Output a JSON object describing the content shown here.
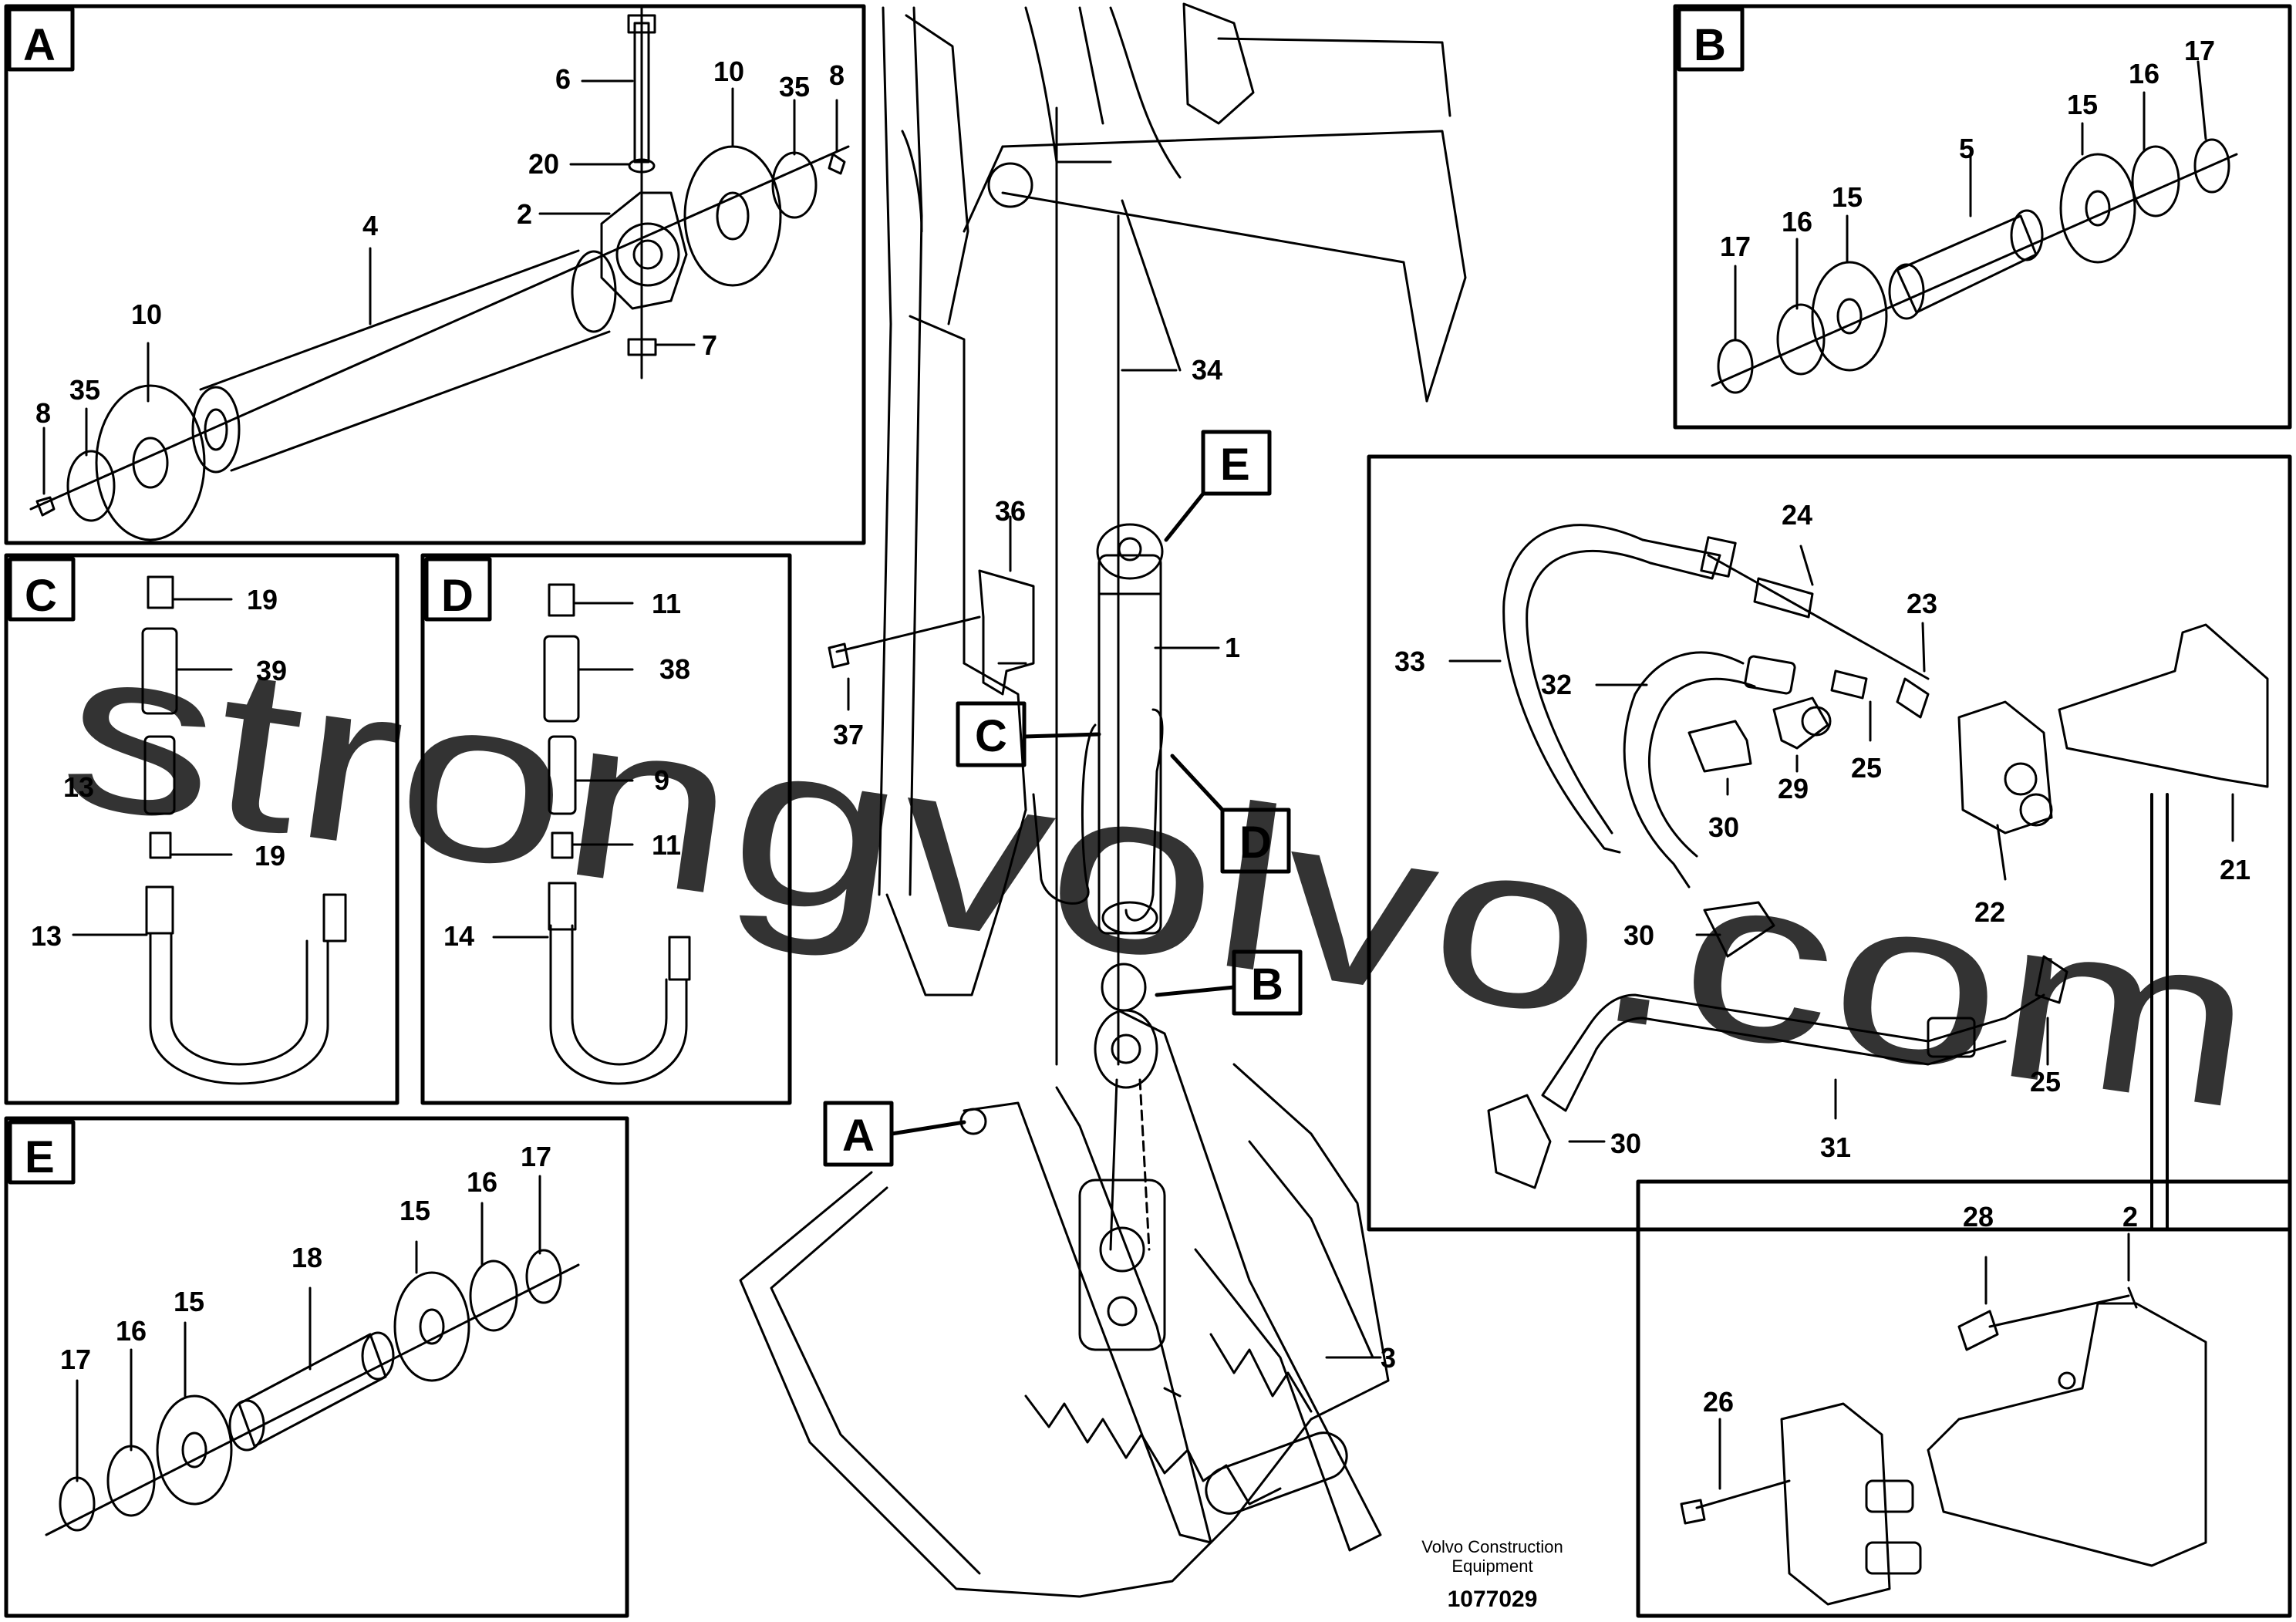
{
  "detail_views": {
    "A": {
      "letter": "A",
      "parts": [
        "6",
        "10",
        "35",
        "8",
        "20",
        "2",
        "4",
        "7",
        "10",
        "35",
        "8"
      ]
    },
    "B": {
      "letter": "B",
      "parts": [
        "17",
        "16",
        "15",
        "5",
        "15",
        "16",
        "17"
      ]
    },
    "C": {
      "letter": "C",
      "parts": [
        "19",
        "39",
        "13",
        "19",
        "13"
      ]
    },
    "D": {
      "letter": "D",
      "parts": [
        "11",
        "38",
        "9",
        "11",
        "14"
      ]
    },
    "E": {
      "letter": "E",
      "parts": [
        "15",
        "16",
        "17",
        "18",
        "17",
        "16",
        "15"
      ]
    },
    "hose_view": {
      "parts": [
        "24",
        "23",
        "33",
        "32",
        "29",
        "25",
        "30",
        "30",
        "22",
        "21",
        "25",
        "30",
        "31"
      ]
    },
    "bracket_view": {
      "parts": [
        "28",
        "2",
        "26"
      ]
    }
  },
  "main_view": {
    "parts": [
      "34",
      "36",
      "1",
      "37",
      "3"
    ],
    "callouts": [
      "E",
      "C",
      "D",
      "B",
      "A"
    ]
  },
  "footer": {
    "company_line1": "Volvo Construction",
    "company_line2": "Equipment",
    "drawing_number": "1077029"
  },
  "watermark": {
    "text": "strongvolvo.com",
    "color": "#e8a5a5"
  },
  "colors": {
    "line": "#000000",
    "background": "#ffffff"
  }
}
